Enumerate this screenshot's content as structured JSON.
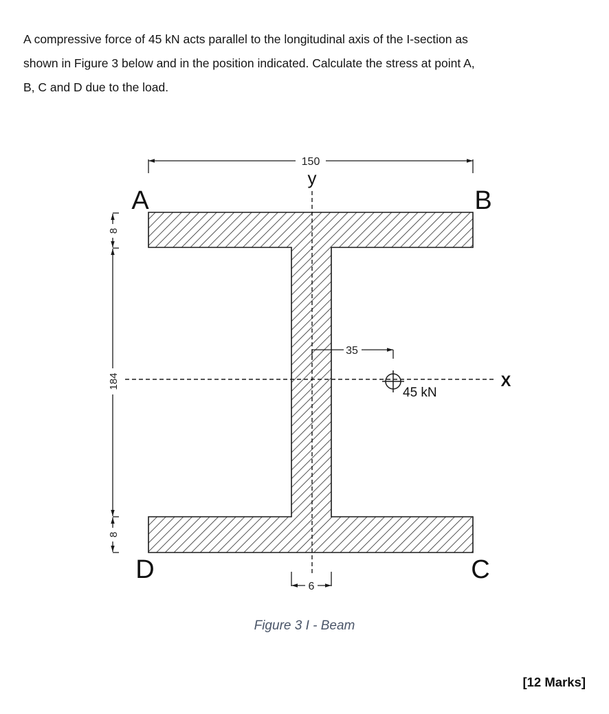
{
  "question": {
    "lines": [
      "A compressive force of 45 kN acts parallel to the longitudinal axis of the I-section as",
      "shown in Figure 3 below and in the position indicated. Calculate the stress at point A,",
      "B, C and D due to the load."
    ]
  },
  "figure": {
    "type": "I-section cross-section diagram",
    "points": {
      "A": "A",
      "B": "B",
      "C": "C",
      "D": "D"
    },
    "axes": {
      "y": "y",
      "x": "X"
    },
    "dimensions": {
      "flange_width": "150",
      "top_flange_thickness": "8",
      "web_height": "184",
      "bottom_flange_thickness": "8",
      "web_thickness": "6",
      "load_eccentricity": "35"
    },
    "load": {
      "label": "45 kN",
      "value": 45,
      "unit": "kN"
    },
    "caption": "Figure 3 I - Beam",
    "colors": {
      "line": "#1a1a1a",
      "hatch": "#2a2a2a",
      "caption": "#4a5568"
    }
  },
  "marks": "[12 Marks]"
}
